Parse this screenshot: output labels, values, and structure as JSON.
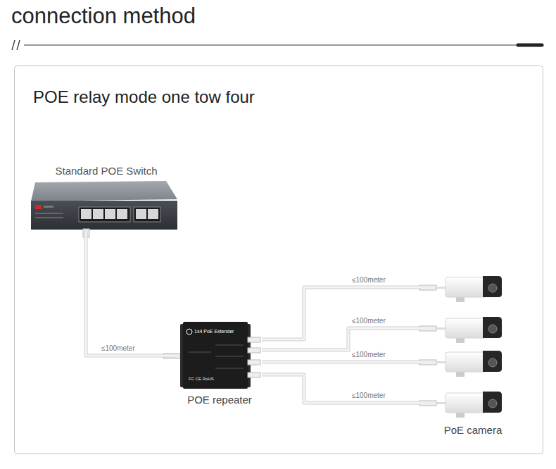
{
  "diagram": {
    "title": "connection method",
    "nodes": [
      {
        "text": [
          "Standard POE Switch"
        ]
      },
      {
        "text": [
          "1x4 PoE Extender",
          "FC CE RoHS",
          "POE repeater"
        ]
      },
      {
        "text": [
          "PoE camera"
        ]
      }
    ],
    "edges": [
      {
        "from": 0,
        "to": 1,
        "arrow": "none",
        "label": "≤100meter"
      },
      {
        "from": 1,
        "to": 2,
        "arrow": "none",
        "label": "≤100meter"
      },
      {
        "from": 1,
        "to": 2,
        "arrow": "none",
        "label": "≤100meter"
      },
      {
        "from": 1,
        "to": 2,
        "arrow": "none",
        "label": "≤100meter"
      },
      {
        "from": 1,
        "to": 2,
        "arrow": "none",
        "label": "≤100meter"
      }
    ],
    "labels": [
      "POE relay mode one tow four"
    ]
  }
}
